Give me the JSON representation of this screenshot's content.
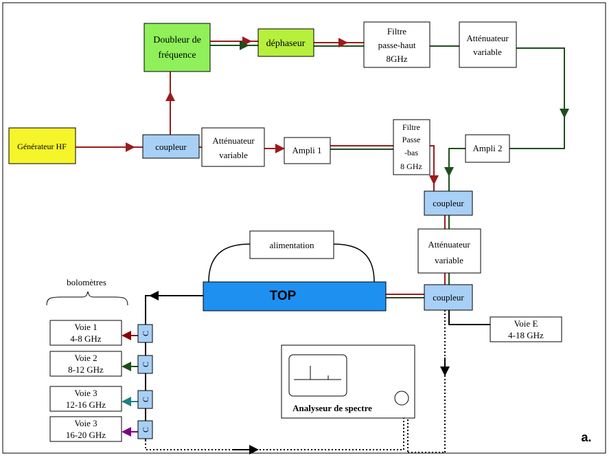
{
  "blocks": {
    "doubleur": [
      "Doubleur de",
      "fréquence"
    ],
    "dephaseur": "déphaseur",
    "filtre_haut": [
      "Filtre",
      "passe-haut",
      "8GHz"
    ],
    "att_var_top": [
      "Atténuateur",
      "variable"
    ],
    "generateur": "Générateur HF",
    "coupleur_1": "coupleur",
    "att_var_mid": [
      "Atténuateur",
      "variable"
    ],
    "ampli_1": "Ampli 1",
    "filtre_bas": [
      "Filtre",
      "Passe",
      "-bas",
      "8 GHz"
    ],
    "ampli_2": "Ampli 2",
    "coupleur_2": "coupleur",
    "att_var_right": [
      "Atténuateur",
      "variable"
    ],
    "coupleur_3": "coupleur",
    "alimentation": "alimentation",
    "top": "TOP",
    "voie_e": [
      "Voie E",
      "4-18 GHz"
    ],
    "bolometres_label": "bolomètres",
    "voies": [
      {
        "name": "Voie 1",
        "band": "4-8 GHz",
        "color": "#8b0000"
      },
      {
        "name": "Voie 2",
        "band": "8-12 GHz",
        "color": "#1e4d1e"
      },
      {
        "name": "Voie 3",
        "band": "12-16 GHz",
        "color": "#1e8080"
      },
      {
        "name": "Voie 3",
        "band": "16-20 GHz",
        "color": "#800080"
      }
    ],
    "c_label": "C",
    "analyseur": "Analyseur de spectre",
    "figure_tag": "a."
  },
  "colors": {
    "red_line": "#9b1b1b",
    "green_line": "#1e4d1e",
    "generator_fill": "#f5f52a",
    "doubleur_fill": "#8ff05a",
    "dephaseur_fill": "#b6f03c",
    "coupler_fill": "#a8cff5",
    "top_fill": "#1e90f0"
  }
}
